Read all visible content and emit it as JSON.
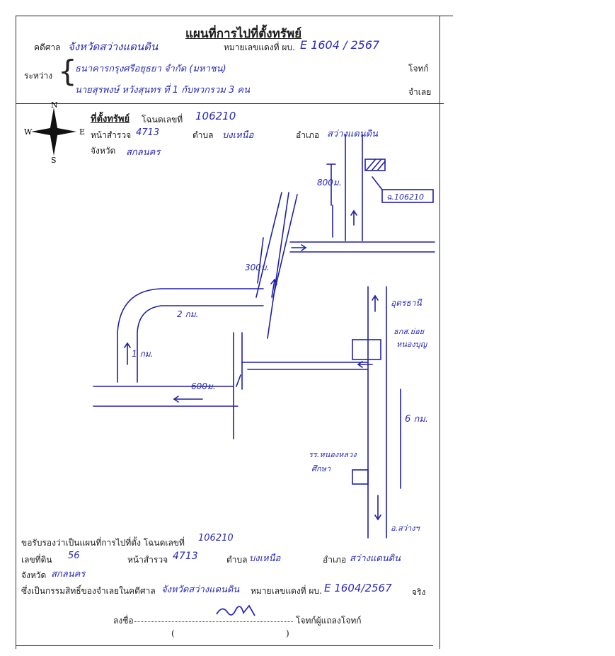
{
  "header": {
    "title": "แผนที่การไปที่ตั้งทรัพย์",
    "court_label": "คดีศาล",
    "court_value": "จังหวัดสว่างแดนดิน",
    "case_no_label": "หมายเลขแดงที่ ผบ.",
    "case_no_value": "E 1604 / 2567",
    "between_label": "ระหว่าง",
    "plaintiff_value": "ธนาคารกรุงศรีอยุธยา จำกัด (มหาชน)",
    "plaintiff_role": "โจทก์",
    "defendant_value": "นายสุรพงษ์ หวังสุนทร ที่ 1 กับพวกรวม 3 คน",
    "defendant_role": "จำเลย"
  },
  "location": {
    "heading": "ที่ตั้งทรัพย์",
    "deed_label": "โฉนดเลขที่",
    "deed_value": "106210",
    "survey_label": "หน้าสำรวจ",
    "survey_value": "4713",
    "subdistrict_label": "ตำบล",
    "subdistrict_value": "บงเหนือ",
    "district_label": "อำเภอ",
    "district_value": "สว่างแดนดิน",
    "province_label": "จังหวัด",
    "province_value": "สกลนคร"
  },
  "compass": {
    "n": "N",
    "s": "S",
    "e": "E",
    "w": "W"
  },
  "map_labels": {
    "dist_800m": "800ม.",
    "deed_box": "ฉ.106210",
    "dist_300m": "300ม.",
    "dist_2km": "2 กม.",
    "dist_1km": "1 กม.",
    "dist_600m": "600ม.",
    "to_udon": "อุดรธานี",
    "bank": "ธกส.ย่อย",
    "bank2": "หนองบุญ",
    "dist_6km": "6 กม.",
    "school": "รร.หนองหลวง",
    "school2": "ศึกษา",
    "to_sawang": "อ.สว่างฯ"
  },
  "certification": {
    "line1_label": "ขอรับรองว่าเป็นแผนที่การไปที่ตั้ง โฉนดเลขที่",
    "deed_value": "106210",
    "land_no_label": "เลขที่ดิน",
    "land_no_value": "56",
    "survey_label": "หน้าสำรวจ",
    "survey_value": "4713",
    "subdistrict_label": "ตำบล",
    "subdistrict_value": "บงเหนือ",
    "district_label": "อำเภอ",
    "district_value": "สว่างแดนดิน",
    "province_label": "จังหวัด",
    "province_value": "สกลนคร",
    "owner_label": "ซึ่งเป็นกรรมสิทธิ์ของจำเลยในคดีศาล",
    "court_value": "จังหวัดสว่างแดนดิน",
    "case_no_label": "หมายเลขแดงที่ ผบ.",
    "case_no_value": "E 1604/2567",
    "suffix": "จริง",
    "sign_label": "ลงชื่อ",
    "signer_role": "โจทก์ผู้แถลงโจทก์",
    "paren_open": "(",
    "paren_close": ")"
  },
  "colors": {
    "ink": "#2a2ab8",
    "print": "#1a1a1a"
  }
}
